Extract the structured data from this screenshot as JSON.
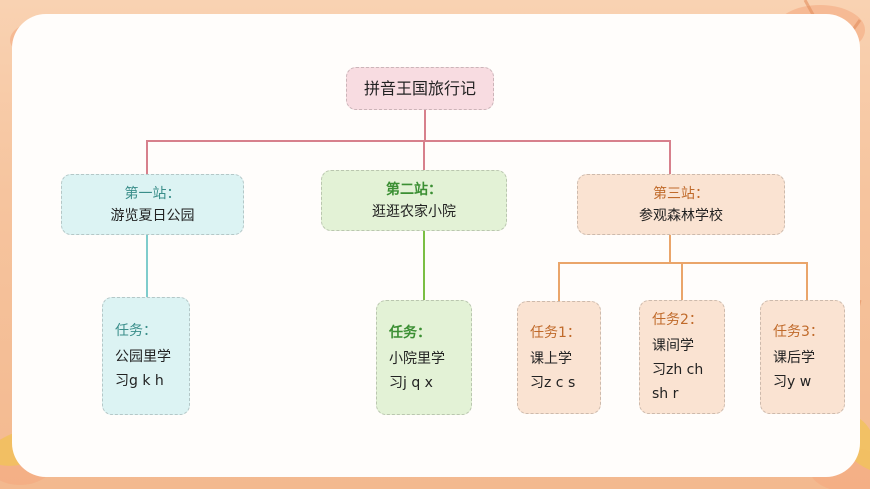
{
  "colors": {
    "background": "#f6c49e",
    "root_fill": "#f8dce1",
    "root_line": "#d7808c",
    "station1_fill": "#dcf3f3",
    "station1_line": "#7fcccc",
    "station2_fill": "#e3f2d6",
    "station2_line": "#7bbf44",
    "station3_fill": "#fae3d2",
    "station3_line": "#eaa56a"
  },
  "root": {
    "title": "拼音王国旅行记"
  },
  "stations": [
    {
      "head": "第一站：",
      "name": "游览夏日公园"
    },
    {
      "head": "第二站：",
      "name": "逛逛农家小院"
    },
    {
      "head": "第三站：",
      "name": "参观森林学校"
    }
  ],
  "tasks": [
    {
      "head": "任务：",
      "lines": [
        "公园里学",
        "习g k h"
      ]
    },
    {
      "head": "任务：",
      "lines": [
        "小院里学",
        "习j q x"
      ]
    },
    {
      "head": "任务1：",
      "lines": [
        "课上学",
        "习z c s"
      ]
    },
    {
      "head": "任务2：",
      "lines": [
        "课间学",
        "习zh ch",
        "sh r"
      ]
    },
    {
      "head": "任务3：",
      "lines": [
        "课后学",
        "习y w"
      ]
    }
  ]
}
